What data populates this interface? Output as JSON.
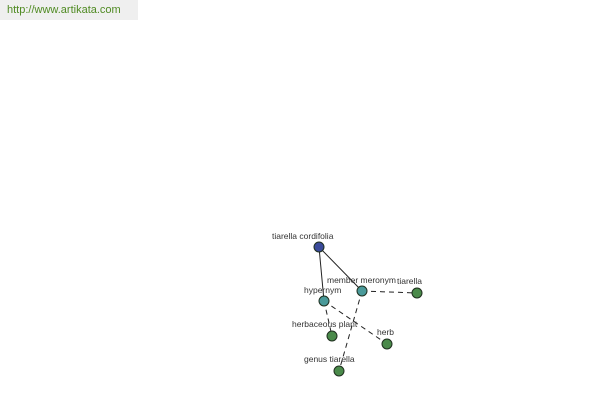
{
  "banner": {
    "url": "http://www.artikata.com",
    "text_color": "#4f8a22",
    "background": "#efefef"
  },
  "graph": {
    "colors": {
      "root": "#3a4a9a",
      "relation": "#4a9a9a",
      "leaf": "#4a8a4a"
    },
    "nodes": [
      {
        "id": "root",
        "label": "tiarella cordifolia",
        "kind": "root"
      },
      {
        "id": "hypernym",
        "label": "hypernym",
        "kind": "relation"
      },
      {
        "id": "member-meronym",
        "label": "member meronym",
        "kind": "relation"
      },
      {
        "id": "tiarella",
        "label": "tiarella",
        "kind": "leaf"
      },
      {
        "id": "herbaceous-plant",
        "label": "herbaceous plant",
        "kind": "leaf"
      },
      {
        "id": "herb",
        "label": "herb",
        "kind": "leaf"
      },
      {
        "id": "genus-tiarella",
        "label": "genus tiarella",
        "kind": "leaf"
      }
    ],
    "edges": [
      {
        "from": "root",
        "to": "hypernym",
        "style": "solid"
      },
      {
        "from": "root",
        "to": "member-meronym",
        "style": "solid"
      },
      {
        "from": "member-meronym",
        "to": "tiarella",
        "style": "dashed"
      },
      {
        "from": "hypernym",
        "to": "herbaceous-plant",
        "style": "dashed"
      },
      {
        "from": "hypernym",
        "to": "herb",
        "style": "dashed"
      },
      {
        "from": "member-meronym",
        "to": "genus-tiarella",
        "style": "dashed"
      }
    ]
  }
}
